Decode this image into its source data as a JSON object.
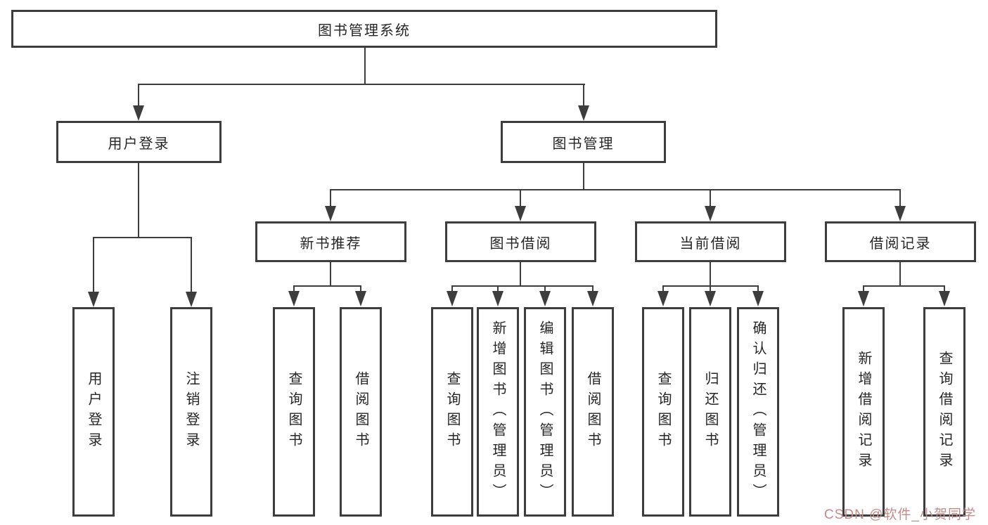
{
  "tree": {
    "root": {
      "label": "图书管理系统"
    },
    "branches": [
      {
        "label": "用户登录",
        "leaves": [
          {
            "label": "用户登录"
          },
          {
            "label": "注销登录"
          }
        ]
      },
      {
        "label": "图书管理",
        "groups": [
          {
            "label": "新书推荐",
            "leaves": [
              {
                "label": "查询图书"
              },
              {
                "label": "借阅图书"
              }
            ]
          },
          {
            "label": "图书借阅",
            "leaves": [
              {
                "label": "查询图书"
              },
              {
                "label": "新增图书（管理员）"
              },
              {
                "label": "编辑图书（管理员）"
              },
              {
                "label": "借阅图书"
              }
            ]
          },
          {
            "label": "当前借阅",
            "leaves": [
              {
                "label": "查询图书"
              },
              {
                "label": "归还图书"
              },
              {
                "label": "确认归还（管理员）"
              }
            ]
          },
          {
            "label": "借阅记录",
            "leaves": [
              {
                "label": "新增借阅记录"
              },
              {
                "label": "查询借阅记录"
              }
            ]
          }
        ]
      }
    ]
  },
  "watermark": {
    "text": "CSDN @软件_小贺同学"
  },
  "colors": {
    "background": "#ffffff",
    "line": "#3d3d3d",
    "box_border": "#3d3d3d",
    "text": "#262626",
    "watermark": "#c58a8a"
  }
}
